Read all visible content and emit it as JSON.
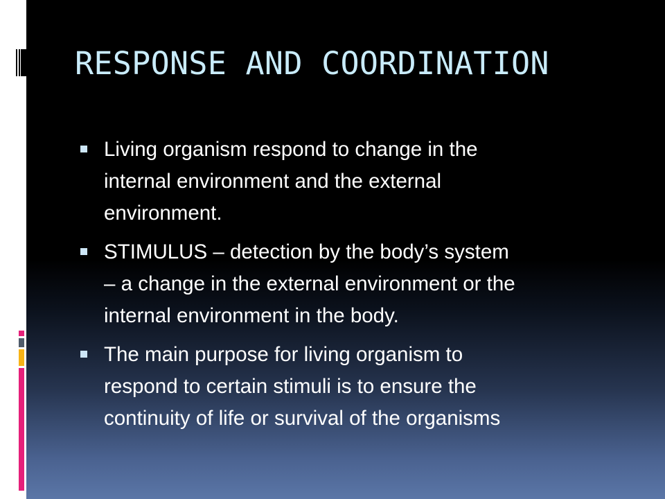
{
  "slide": {
    "title": "RESPONSE AND COORDINATION",
    "bullets": [
      {
        "lines": [
          "Living organism respond to change in the",
          "internal environment and the external",
          "environment."
        ]
      },
      {
        "lines": [
          "STIMULUS – detection by the body’s system",
          "– a change in the external environment or the",
          "internal environment in the body."
        ]
      },
      {
        "lines": [
          "The main purpose for living organism to",
          "respond to certain stimuli is to ensure the",
          "continuity of life or survival of the organisms"
        ]
      }
    ]
  },
  "theme": {
    "title_color": "#c9ecfb",
    "text_color": "#ffffff",
    "bullet_color": "#cde6f7",
    "background_top": "#000000",
    "background_bottom": "#5b76a7",
    "accent_strips": [
      "#e5207a",
      "#4f5b6b",
      "#f7b316",
      "#e5207a"
    ]
  }
}
